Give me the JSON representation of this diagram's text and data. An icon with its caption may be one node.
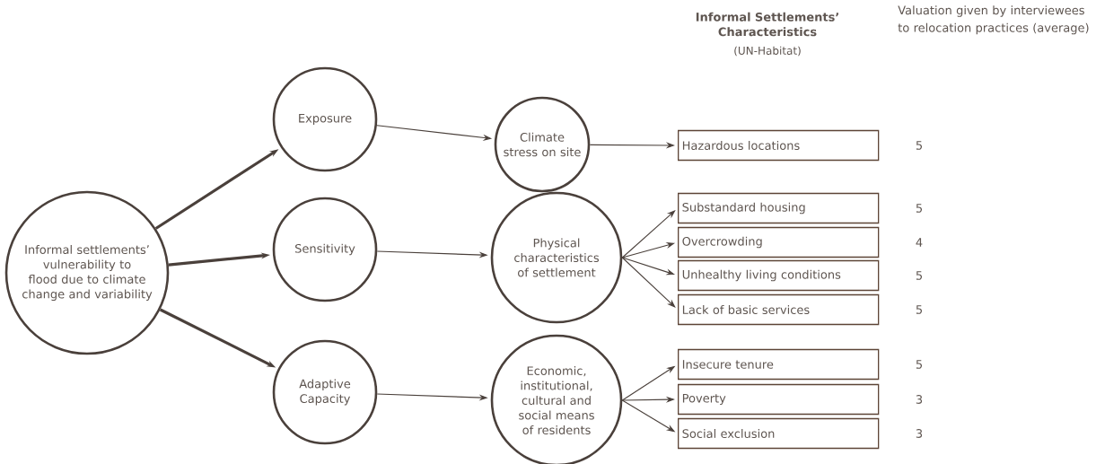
{
  "diagram": {
    "nodes": [
      {
        "text": [
          "Informal settlements’ vulnerability to flood due to climate change and variability"
        ]
      },
      {
        "text": [
          "Exposure"
        ]
      },
      {
        "text": [
          "Sensitivity"
        ]
      },
      {
        "text": [
          "Adaptive Capacity"
        ]
      },
      {
        "text": [
          "Climate stress on site"
        ]
      },
      {
        "text": [
          "Physical characteristics of settlement"
        ]
      },
      {
        "text": [
          "Economic, institutional, cultural and social means of residents"
        ]
      },
      {
        "text": [
          "Hazardous locations"
        ]
      },
      {
        "text": [
          "Substandard housing"
        ]
      },
      {
        "text": [
          "Overcrowding"
        ]
      },
      {
        "text": [
          "Unhealthy living conditions"
        ]
      },
      {
        "text": [
          "Lack of basic services"
        ]
      },
      {
        "text": [
          "Insecure tenure"
        ]
      },
      {
        "text": [
          "Poverty"
        ]
      },
      {
        "text": [
          "Social exclusion"
        ]
      }
    ],
    "edges": [
      {
        "from": 0,
        "to": 1,
        "arrow": "to",
        "style": "thick"
      },
      {
        "from": 0,
        "to": 2,
        "arrow": "to",
        "style": "thick"
      },
      {
        "from": 0,
        "to": 3,
        "arrow": "to",
        "style": "thick"
      },
      {
        "from": 1,
        "to": 4,
        "arrow": "to"
      },
      {
        "from": 2,
        "to": 5,
        "arrow": "to"
      },
      {
        "from": 3,
        "to": 6,
        "arrow": "to"
      },
      {
        "from": 4,
        "to": 7,
        "arrow": "to"
      },
      {
        "from": 5,
        "to": 8,
        "arrow": "to"
      },
      {
        "from": 5,
        "to": 9,
        "arrow": "to"
      },
      {
        "from": 5,
        "to": 10,
        "arrow": "to"
      },
      {
        "from": 5,
        "to": 11,
        "arrow": "to"
      },
      {
        "from": 6,
        "to": 12,
        "arrow": "to"
      },
      {
        "from": 6,
        "to": 13,
        "arrow": "to"
      },
      {
        "from": 6,
        "to": 14,
        "arrow": "to"
      }
    ],
    "labels": [
      "Informal Settlements’ Characteristics",
      "(UN-Habitat)",
      "Valuation given by interviewees to relocation practices (average)",
      "5",
      "5",
      "4",
      "5",
      "5",
      "5",
      "3",
      "3"
    ]
  }
}
